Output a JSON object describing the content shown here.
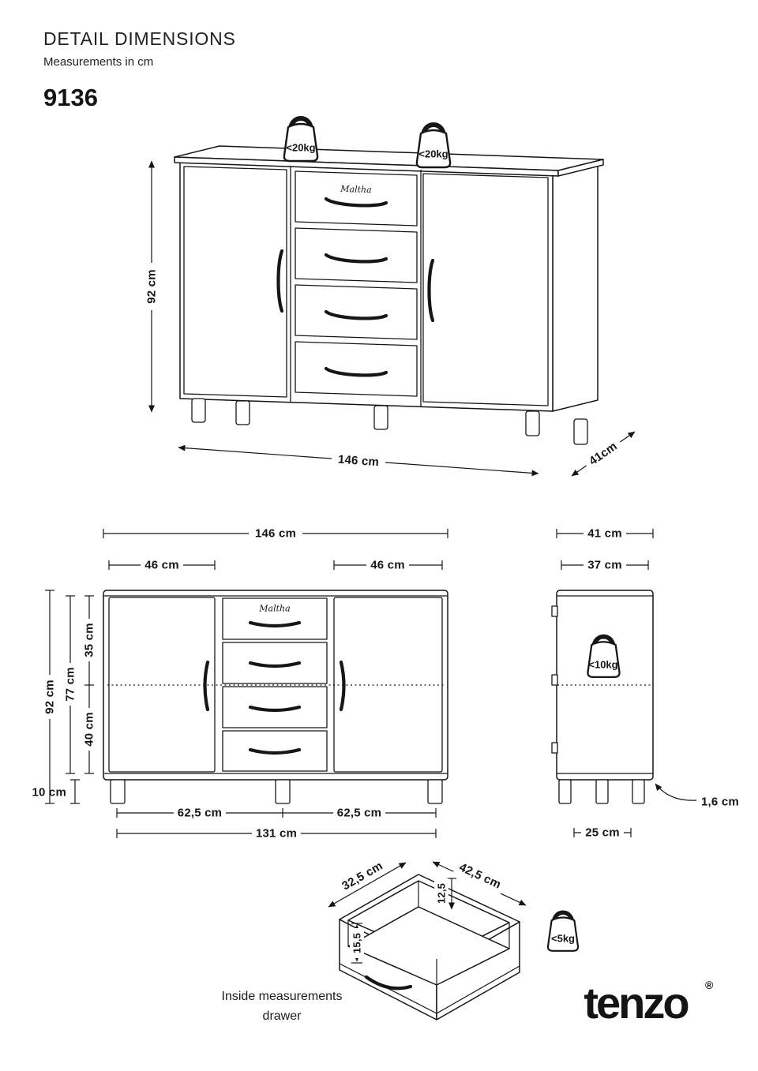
{
  "header": {
    "title": "DETAIL DIMENSIONS",
    "subtitle": "Measurements in cm",
    "model": "9136"
  },
  "brand_label": "Maltha",
  "perspective_view": {
    "weight_left": "<20kg",
    "weight_right": "<20kg",
    "dim_height": "92 cm",
    "dim_width": "146 cm",
    "dim_depth": "41cm"
  },
  "front_view": {
    "dim_width_total": "146 cm",
    "dim_door_left": "46 cm",
    "dim_door_right": "46 cm",
    "dim_height_total": "92 cm",
    "dim_height_inner": "77 cm",
    "dim_upper": "35 cm",
    "dim_lower": "40 cm",
    "dim_leg": "10 cm",
    "dim_span_left": "62,5 cm",
    "dim_span_right": "62,5 cm",
    "dim_span_total": "131 cm"
  },
  "side_view": {
    "dim_depth_total": "41 cm",
    "dim_depth_inner": "37 cm",
    "weight": "<10kg",
    "dim_panel": "1,6 cm",
    "dim_leg_span": "25 cm"
  },
  "drawer_detail": {
    "dim_depth": "32,5 cm",
    "dim_width": "42,5 cm",
    "dim_back_height": "12,5",
    "dim_front_height": "15,5",
    "weight": "<5kg",
    "caption_line1": "Inside measurements",
    "caption_line2": "drawer"
  },
  "footer": {
    "logo": "tenzo",
    "registered": "®"
  }
}
